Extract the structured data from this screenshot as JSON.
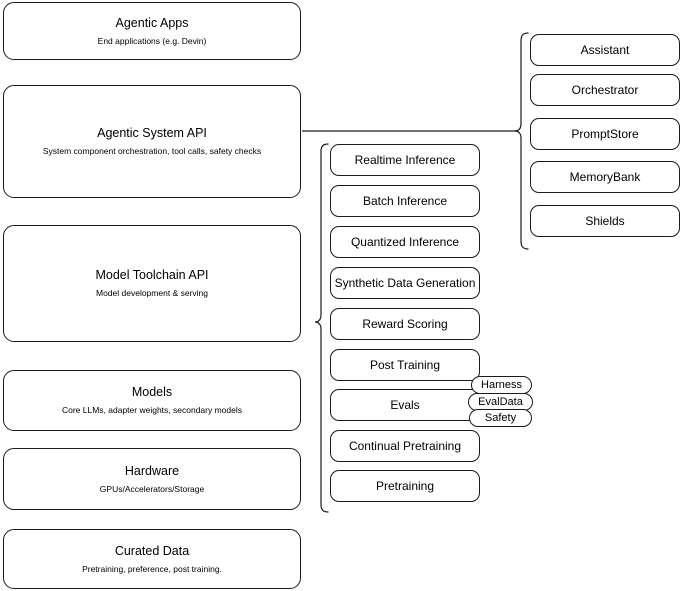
{
  "diagram": {
    "title": "AI stack layered architecture",
    "stroke_color": "#1a1a1a",
    "background_color": "#ffffff"
  },
  "stack": {
    "layers": [
      {
        "title": "Agentic Apps",
        "subtitle": "End applications (e.g. Devin)"
      },
      {
        "title": "Agentic System API",
        "subtitle": "System component orchestration, tool calls, safety checks"
      },
      {
        "title": "Model Toolchain API",
        "subtitle": "Model development & serving"
      },
      {
        "title": "Models",
        "subtitle": "Core LLMs, adapter weights, secondary models"
      },
      {
        "title": "Hardware",
        "subtitle": "GPUs/Accelerators/Storage"
      },
      {
        "title": "Curated Data",
        "subtitle": "Pretraining, preference, post training."
      }
    ]
  },
  "toolchain_components": {
    "items": [
      {
        "label": "Realtime Inference"
      },
      {
        "label": "Batch Inference"
      },
      {
        "label": "Quantized Inference"
      },
      {
        "label": "Synthetic Data Generation"
      },
      {
        "label": "Reward Scoring"
      },
      {
        "label": "Post Training"
      },
      {
        "label": "Evals"
      },
      {
        "label": "Continual Pretraining"
      },
      {
        "label": "Pretraining"
      }
    ]
  },
  "eval_subcomponents": {
    "items": [
      {
        "label": "Harness"
      },
      {
        "label": "EvalData"
      },
      {
        "label": "Safety"
      }
    ]
  },
  "agentic_components": {
    "items": [
      {
        "label": "Assistant"
      },
      {
        "label": "Orchestrator"
      },
      {
        "label": "PromptStore"
      },
      {
        "label": "MemoryBank"
      },
      {
        "label": "Shields"
      }
    ]
  }
}
